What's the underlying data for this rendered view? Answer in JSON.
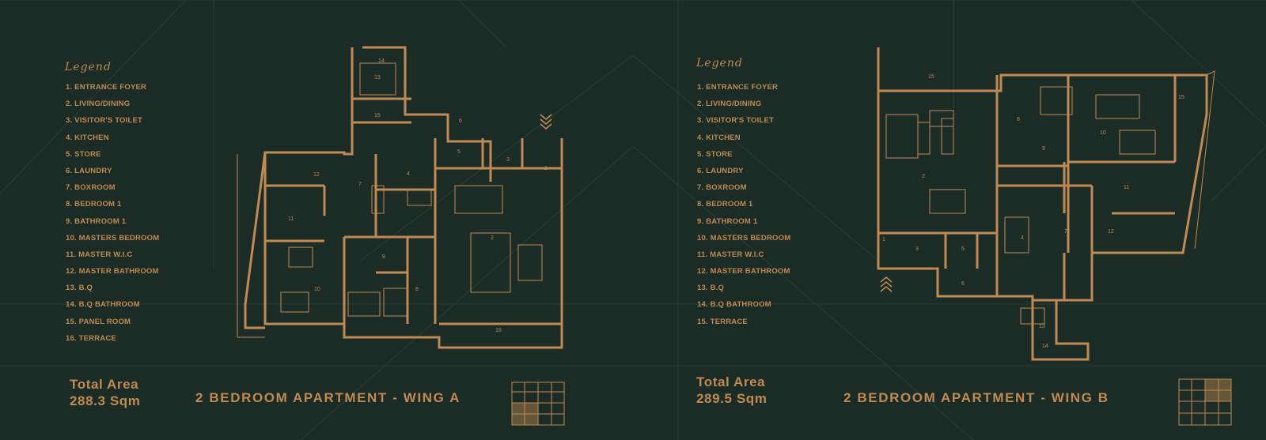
{
  "colors": {
    "background": "#1b2b25",
    "accent": "#c08a52",
    "line": "#2b3f37"
  },
  "wing_a": {
    "legend_title": "Legend",
    "legend": [
      "1. ENTRANCE FOYER",
      "2. LIVING/DINING",
      "3. VISITOR'S TOILET",
      "4. KITCHEN",
      "5. STORE",
      "6. LAUNDRY",
      "7. BOXROOM",
      "8. BEDROOM 1",
      "9. BATHROOM 1",
      "10. MASTERS BEDROOM",
      "11. MASTER W.I.C",
      "12. MASTER BATHROOM",
      "13. B.Q",
      "14. B.Q BATHROOM",
      "15. PANEL ROOM",
      "16. TERRACE"
    ],
    "total_label": "Total Area",
    "total_value": "288.3 Sqm",
    "title": "2 BEDROOM APARTMENT - WING A",
    "room_numbers": [
      "1",
      "2",
      "3",
      "4",
      "5",
      "6",
      "7",
      "8",
      "9",
      "10",
      "11",
      "12",
      "13",
      "14",
      "15",
      "16"
    ]
  },
  "wing_b": {
    "legend_title": "Legend",
    "legend": [
      "1. ENTRANCE FOYER",
      "2. LIVING/DINING",
      "3. VISITOR'S TOILET",
      "4. KITCHEN",
      "5. STORE",
      "6. LAUNDRY",
      "7. BOXROOM",
      "8. BEDROOM 1",
      "9. BATHROOM 1",
      "10. MASTERS BEDROOM",
      "11. MASTER W.I.C",
      "12. MASTER BATHROOM",
      "13. B.Q",
      "14. B.Q BATHROOM",
      "15. TERRACE"
    ],
    "total_label": "Total Area",
    "total_value": "289.5 Sqm",
    "title": "2 BEDROOM APARTMENT - WING B",
    "room_numbers": [
      "1",
      "2",
      "3",
      "4",
      "5",
      "6",
      "7",
      "8",
      "9",
      "10",
      "11",
      "12",
      "13",
      "14",
      "15",
      "15"
    ]
  },
  "icons": [
    "entrance-arrow-icon",
    "key-plan-thumbnail"
  ]
}
